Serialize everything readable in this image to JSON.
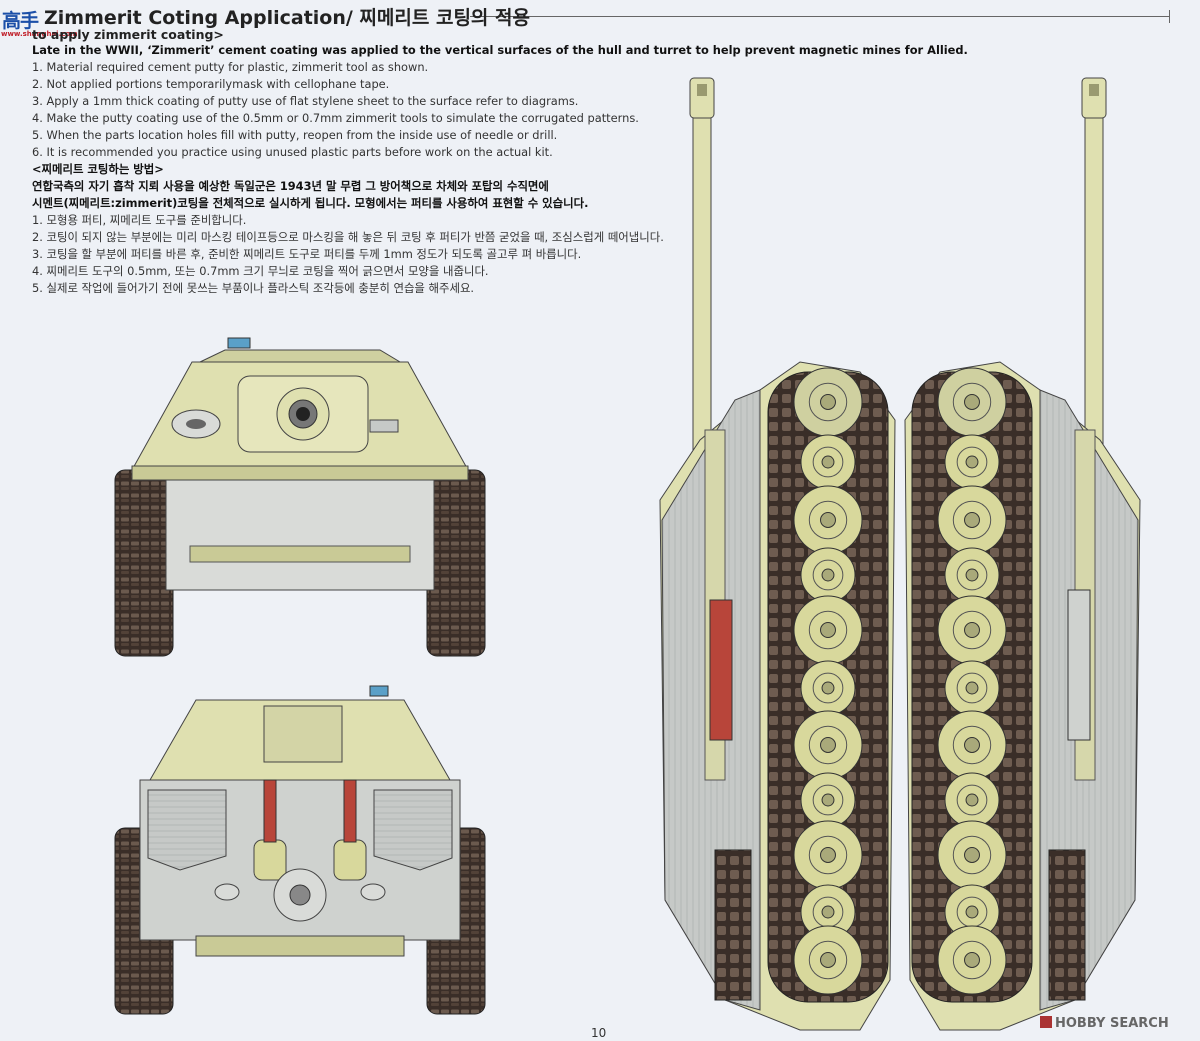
{
  "header": {
    "title": "Zimmerit Coting Application/ 찌메리트 코팅의 적용",
    "subtitle": "to apply zimmerit coating>"
  },
  "english": {
    "intro": "Late in the WWII, ‘Zimmerit’ cement coating was applied to the vertical surfaces of the hull and turret to help prevent magnetic mines for Allied.",
    "steps": [
      "1. Material required cement putty for plastic, zimmerit tool as shown.",
      "2. Not applied portions temporarilymask with cellophane tape.",
      "3. Apply a 1mm thick coating of putty use of flat stylene sheet to the surface refer to diagrams.",
      "4. Make the putty coating use of the 0.5mm or 0.7mm zimmerit tools to simulate the corrugated patterns.",
      "5. When the parts location holes fill with putty, reopen from the inside use of needle or drill.",
      "6. It is recommended you practice using unused plastic parts before work on the actual kit."
    ]
  },
  "korean": {
    "heading": "<찌메리트 코팅하는 방법>",
    "intro_1": "연합국측의 자기 흡착 지뢰 사용을 예상한 독일군은 1943년 말 무렵 그 방어책으로 차체와 포탑의 수직면에",
    "intro_2": "시멘트(찌메리트:zimmerit)코팅을 전체적으로 실시하게 됩니다. 모형에서는 퍼티를 사용하여 표현할 수 있습니다.",
    "steps": [
      "1. 모형용 퍼티, 찌메리트 도구를 준비합니다.",
      "2. 코팅이 되지 않는 부분에는 미리 마스킹 테이프등으로 마스킹을 해 놓은 뒤 코팅 후 퍼티가 반쯤 굳었을 때, 조심스럽게 떼어냅니다.",
      "3. 코팅을 할 부분에 퍼티를 바른 후, 준비한 찌메리트 도구로 퍼티를 두께 1mm 정도가 되도록 골고루 펴 바릅니다.",
      "4. 찌메리트 도구의 0.5mm, 또는 0.7mm 크기 무늬로 코팅을 찍어 긁으면서 모양을 내줍니다.",
      "5. 실제로 작업에 들어가기 전에 못쓰는 부품이나 플라스틱 조각등에 충분히 연습을 해주세요."
    ]
  },
  "page_number": "10",
  "logo": {
    "line1": "高手",
    "line2": "www.shanghai.com"
  },
  "watermark": "HOBBY SEARCH",
  "colors": {
    "hull": "#dfe0b0",
    "hull_dark": "#c9ca96",
    "zimmerit_gray": "#c6c9c7",
    "track": "#3a2e28",
    "wheel": "#d8d89c",
    "rust": "#b8453a"
  }
}
